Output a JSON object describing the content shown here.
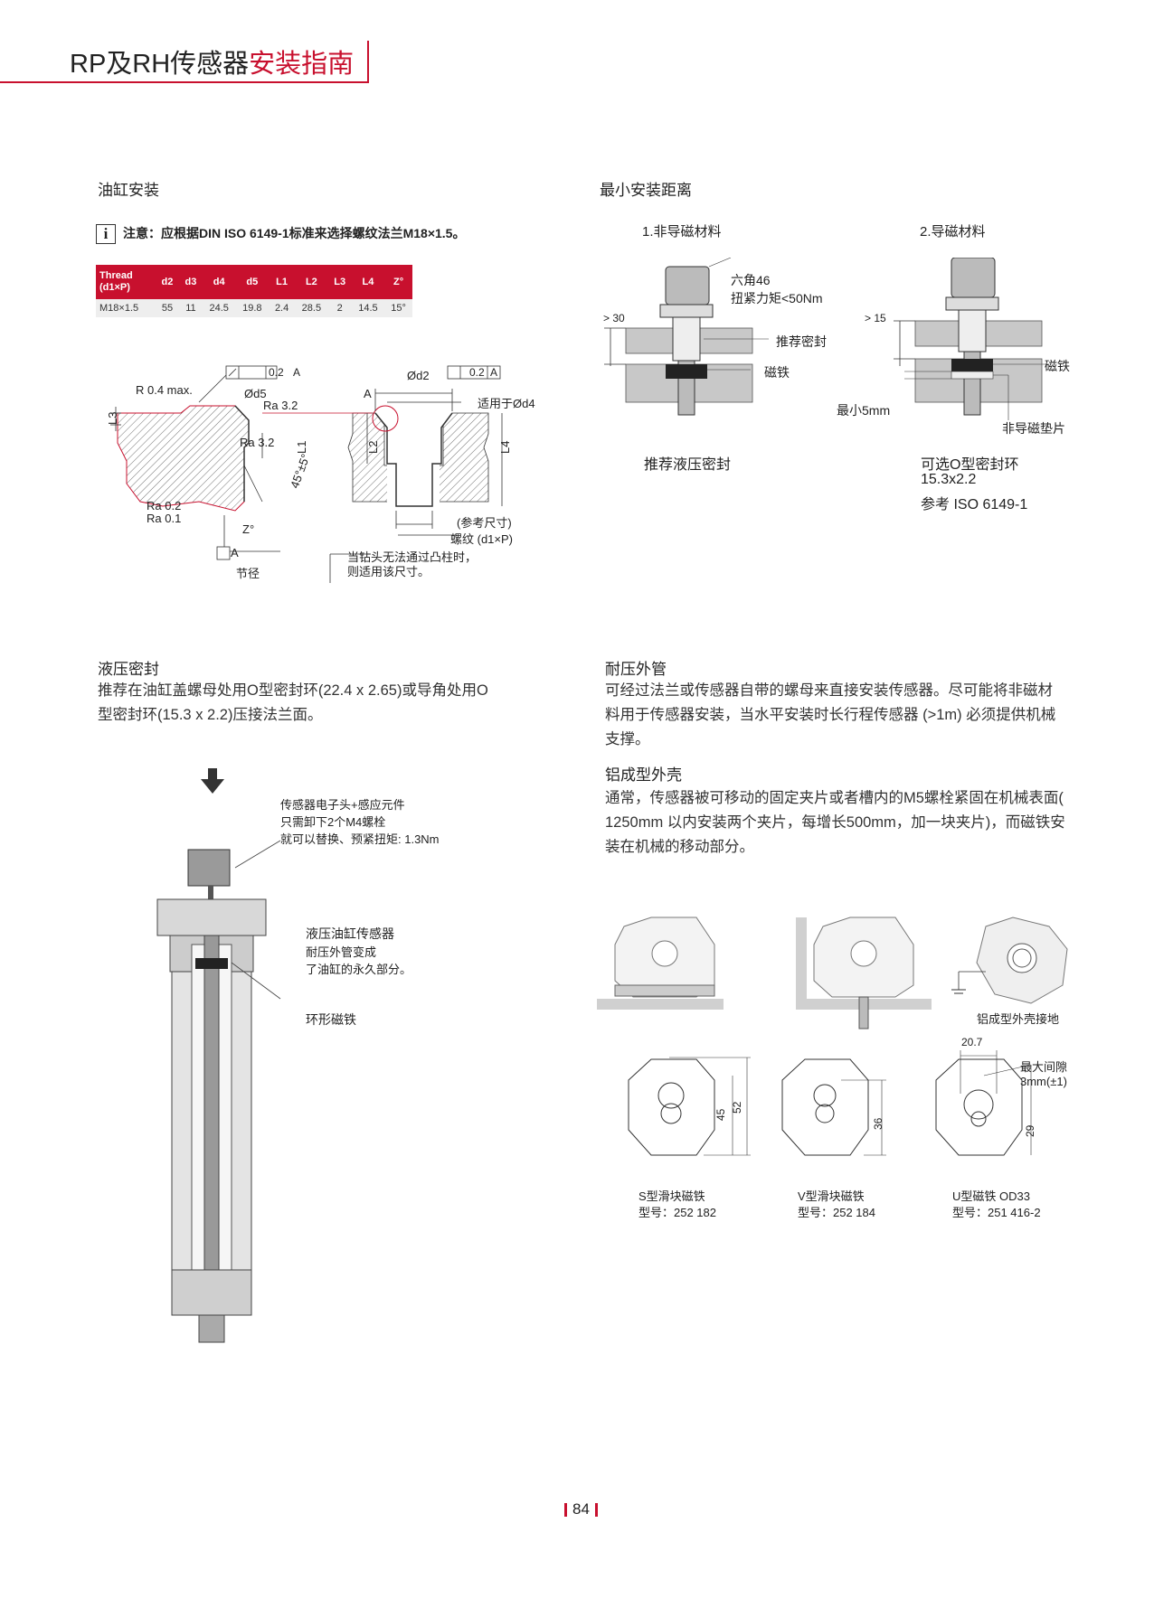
{
  "header": {
    "title_black": "RP及RH传感器",
    "title_red": "安装指南"
  },
  "cylinder_mount": {
    "heading": "油缸安装",
    "note": "注意：应根据DIN ISO 6149-1标准来选择螺纹法兰M18×1.5。",
    "table": {
      "headers": [
        "Thread (d1×P)",
        "d2",
        "d3",
        "d4",
        "d5",
        "L1",
        "L2",
        "L3",
        "L4",
        "Z°"
      ],
      "row": [
        "M18×1.5",
        "55",
        "11",
        "24.5",
        "19.8",
        "2.4",
        "28.5",
        "2",
        "14.5",
        "15°"
      ]
    },
    "drawing": {
      "r04": "R 0.4 max.",
      "tol1": "0.2",
      "tolA": "A",
      "d5": "Ød5",
      "ra32a": "Ra 3.2",
      "ra32b": "Ra 3.2",
      "ra02": "Ra 0.2",
      "ra01": "Ra 0.1",
      "z": "Z°",
      "a": "A",
      "pitch": "节径",
      "angle": "45°±5°",
      "d2": "Ød2",
      "tol2": "0.2",
      "a2": "A",
      "a_left": "A",
      "fit_d4": "适用于Ød4",
      "ref": "(参考尺寸)",
      "thread": "螺纹 (d1×P)",
      "drill_note_1": "当钻头无法通过凸柱时，",
      "drill_note_2": "则适用该尺寸。",
      "l1": "L1",
      "l2": "L2",
      "l3": "L3",
      "l4": "L4"
    }
  },
  "min_distance": {
    "heading": "最小安装距离",
    "case1": {
      "title": "1.非导磁材料",
      "hex": "六角46",
      "torque": "扭紧力矩<50Nm",
      "gap": "> 30",
      "seal": "推荐密封",
      "magnet": "磁铁",
      "caption": "推荐液压密封"
    },
    "case2": {
      "title": "2.导磁材料",
      "gap": "> 15",
      "magnet": "磁铁",
      "min5": "最小5mm",
      "spacer": "非导磁垫片",
      "caption_1": "可选O型密封环",
      "caption_2": "15.3x2.2",
      "caption_3": "参考 ISO 6149-1"
    }
  },
  "hydraulic_seal": {
    "heading": "液压密封",
    "text": "推荐在油缸盖螺母处用O型密封环(22.4 x 2.65)或导角处用O型密封环(15.3 x 2.2)压接法兰面。",
    "callout1_1": "传感器电子头+感应元件",
    "callout1_2": "只需卸下2个M4螺栓",
    "callout1_3": "就可以替换、预紧扭矩: 1.3Nm",
    "callout2_1": "液压油缸传感器",
    "callout2_2": "耐压外管变成",
    "callout2_3": "了油缸的永久部分。",
    "callout3": "环形磁铁"
  },
  "pressure_tube": {
    "heading": "耐压外管",
    "text": "可经过法兰或传感器自带的螺母来直接安装传感器。尽可能将非磁材料用于传感器安装，当水平安装时长行程传感器 (>1m) 必须提供机械支撑。"
  },
  "aluminum_housing": {
    "heading": "铝成型外壳",
    "text": "通常，传感器被可移动的固定夹片或者槽内的M5螺栓紧固在机械表面( 1250mm 以内安装两个夹片，每增长500mm，加一块夹片)，而磁铁安装在机械的移动部分。",
    "ground_label": "铝成型外壳接地",
    "magnets": [
      {
        "name": "S型滑块磁铁",
        "model": "型号：252 182",
        "dim1": "45",
        "dim2": "52"
      },
      {
        "name": "V型滑块磁铁",
        "model": "型号：252 184",
        "dim1": "36"
      },
      {
        "name": "U型磁铁 OD33",
        "model": "型号：251 416-2",
        "dim1": "29",
        "dim_top": "20.7",
        "gap_1": "最大间隙",
        "gap_2": "3mm(±1)"
      }
    ]
  },
  "page_number": "84"
}
